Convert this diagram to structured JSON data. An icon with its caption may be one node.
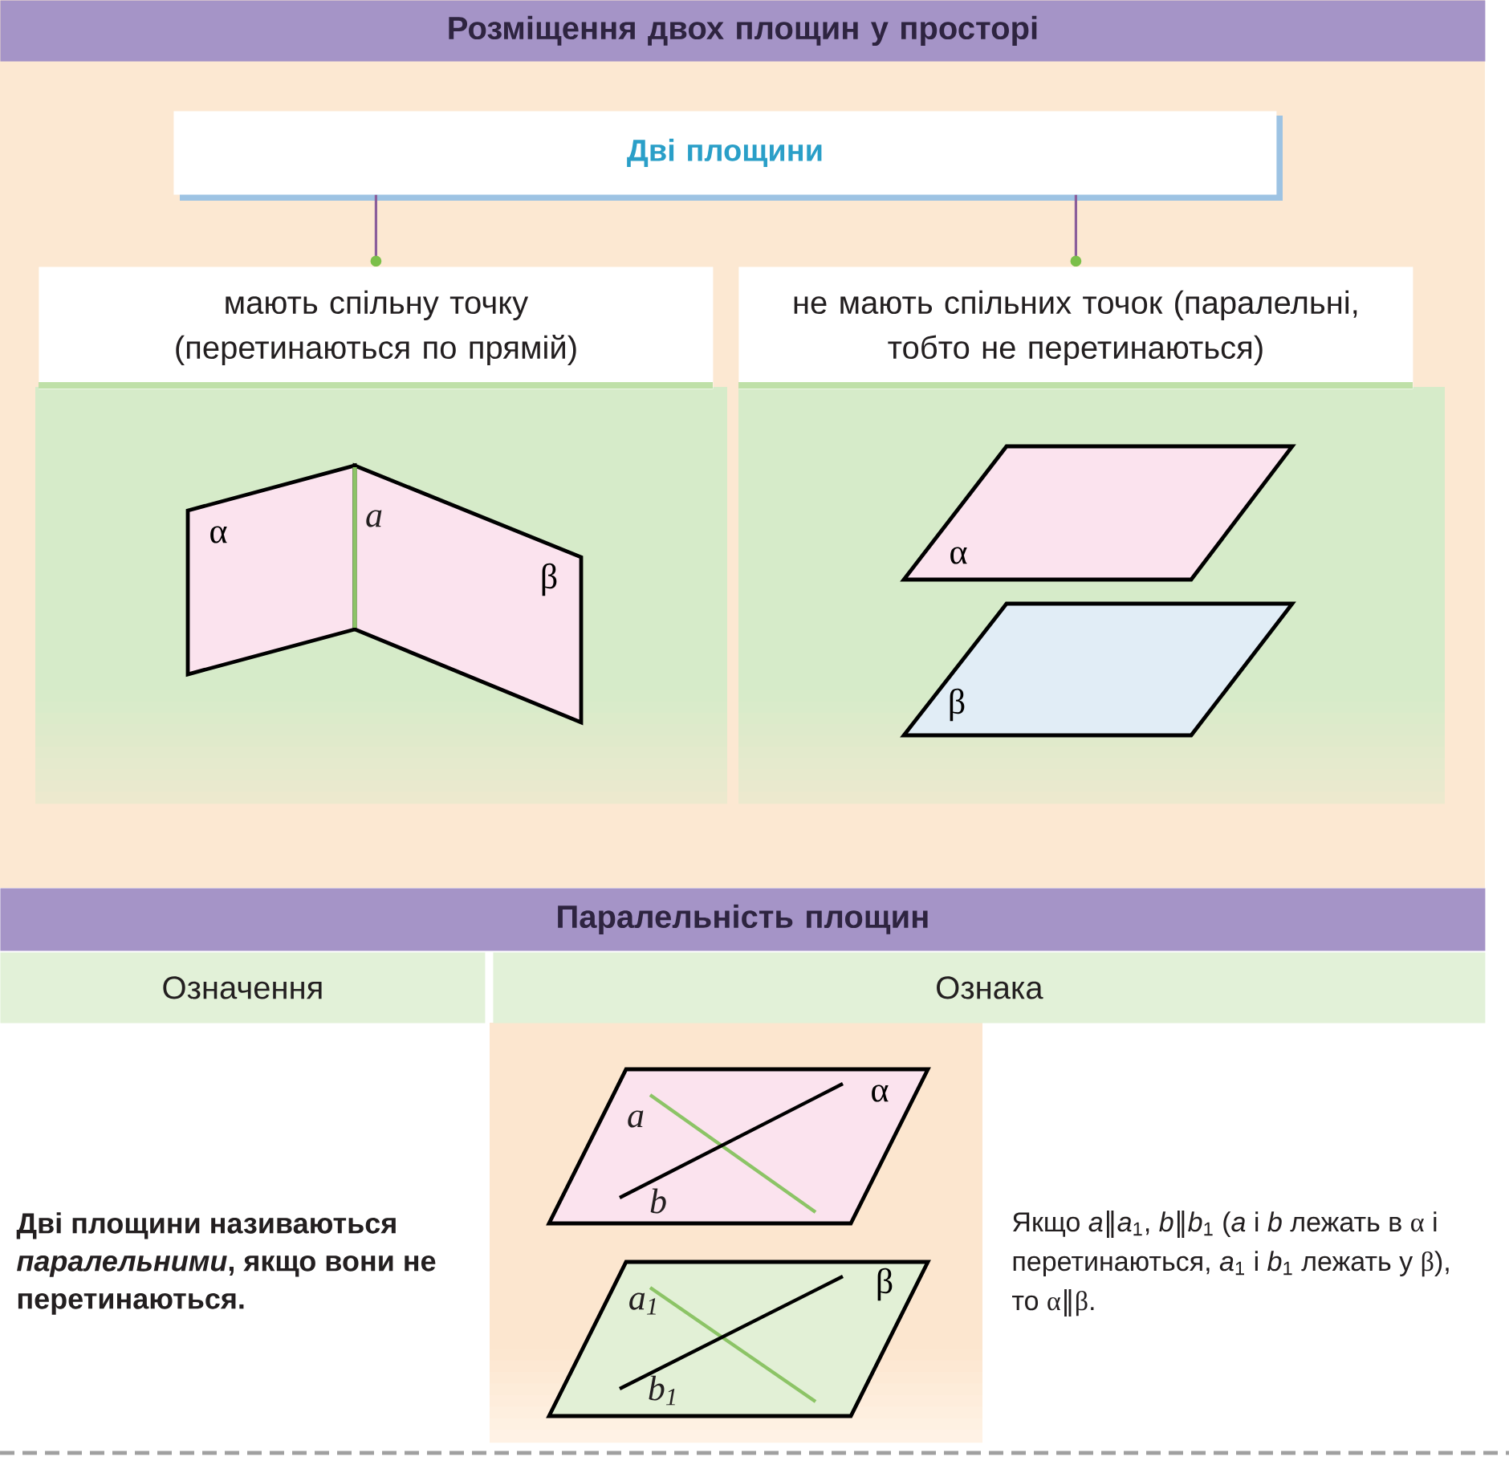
{
  "diagram": {
    "nodes": [
      {
        "text": [
          "Розміщення двох площин у просторі"
        ]
      },
      {
        "text": [
          "Дві площини"
        ]
      },
      {
        "text": [
          "мають спільну точку (перетинаються по прямій)"
        ]
      },
      {
        "text": [
          "не мають спільних точок (паралельні, тобто не перетинаються)"
        ]
      },
      {
        "text": [
          "α"
        ]
      },
      {
        "text": [
          "β"
        ]
      },
      {
        "text": [
          "α"
        ]
      },
      {
        "text": [
          "β"
        ]
      },
      {
        "text": [
          "Паралельність площин"
        ]
      },
      {
        "text": [
          "Означення"
        ]
      },
      {
        "text": [
          "Ознака"
        ]
      },
      {
        "text": [
          "α"
        ]
      },
      {
        "text": [
          "β"
        ]
      }
    ],
    "edges": [
      {
        "from": 1,
        "to": 2,
        "arrow": "other"
      },
      {
        "from": 1,
        "to": 3,
        "arrow": "other"
      }
    ],
    "labels": [
      "a",
      "Дві площини називаються *паралельними*, якщо вони не перетинаються.",
      "a",
      "b",
      "a$_{1}$",
      "b$_{1}$",
      "Якщо *a*‖*a*$_{1}$, *b*‖*b*$_{1}$ (*a* і *b* лежать в α і перетинаються, *a*$_{1}$ і *b*$_{1}$ лежать у β), то α‖β."
    ]
  }
}
